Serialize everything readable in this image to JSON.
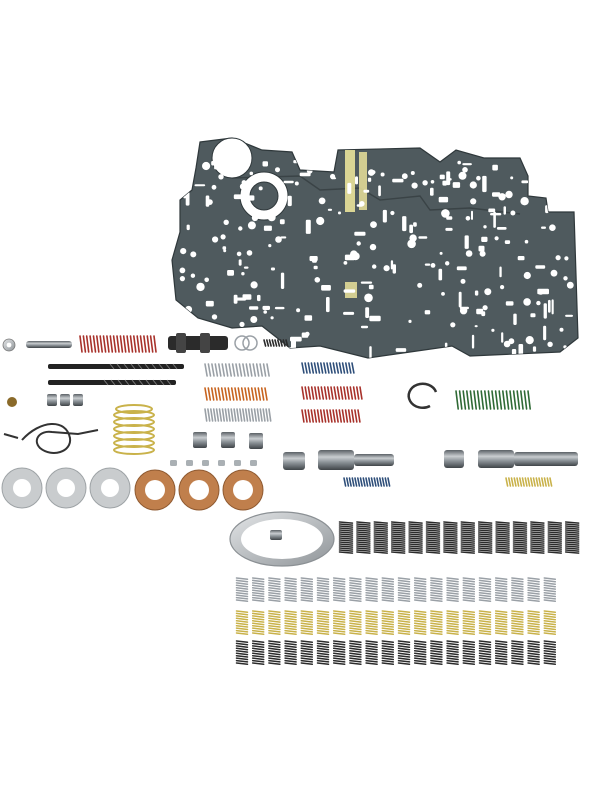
{
  "image": {
    "background": "#ffffff",
    "colors": {
      "gasket": "#4f5a5e",
      "gasket_edge": "#2f383b",
      "gasket_hole": "#ffffff",
      "tape": "#e9e29a",
      "steel": "#8d9499",
      "steel_dark": "#4a4f53",
      "steel_light": "#d3d7da",
      "spring_black": "#2b2b2b",
      "spring_silver": "#9aa0a6",
      "spring_gold": "#c9b24a",
      "spring_red": "#a8322b",
      "spring_orange": "#c8641f",
      "spring_green": "#2f6a35",
      "spring_blue": "#2f4f7a",
      "washer_silver": "#c9ccce",
      "washer_bronze": "#c07f4c"
    },
    "spring_grid": {
      "black_top_row_count": 14,
      "silver_row_count": 20,
      "gold_row_count": 20,
      "black_bottom_row_count": 20
    },
    "washers": {
      "silver_count": 3,
      "bronze_count": 3
    }
  }
}
